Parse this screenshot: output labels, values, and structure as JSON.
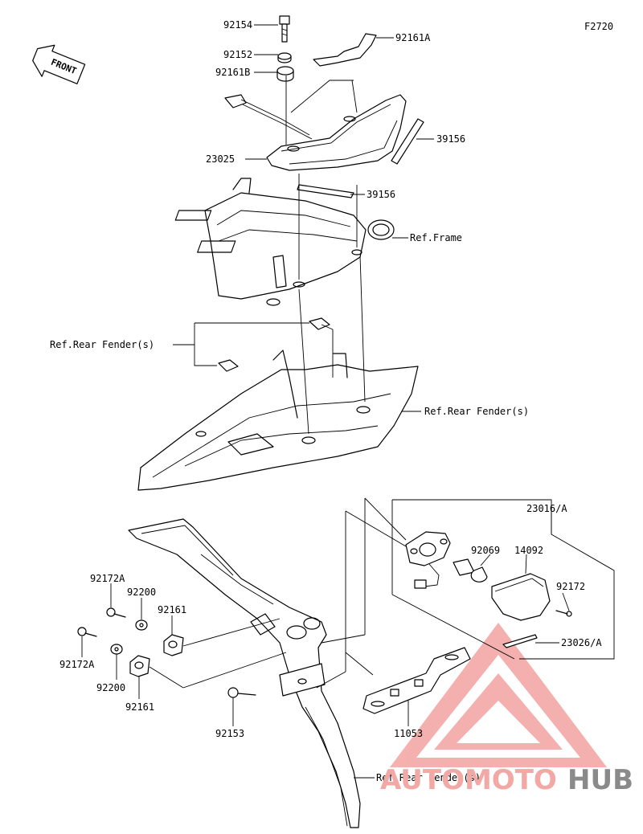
{
  "diagram": {
    "code": "F2720",
    "front_label": "FRONT",
    "callouts": [
      {
        "id": "c1",
        "text": "92154"
      },
      {
        "id": "c2",
        "text": "92161A"
      },
      {
        "id": "c3",
        "text": "92152"
      },
      {
        "id": "c4",
        "text": "92161B"
      },
      {
        "id": "c5",
        "text": "39156"
      },
      {
        "id": "c6",
        "text": "23025"
      },
      {
        "id": "c7",
        "text": "39156"
      },
      {
        "id": "c8",
        "text": "Ref.Frame"
      },
      {
        "id": "c9",
        "text": "Ref.Rear Fender(s)"
      },
      {
        "id": "c10",
        "text": "Ref.Rear Fender(s)"
      },
      {
        "id": "c11",
        "text": "23016/A"
      },
      {
        "id": "c12",
        "text": "92069"
      },
      {
        "id": "c13",
        "text": "14092"
      },
      {
        "id": "c14",
        "text": "92172A"
      },
      {
        "id": "c15",
        "text": "92200"
      },
      {
        "id": "c16",
        "text": "92161"
      },
      {
        "id": "c17",
        "text": "92172"
      },
      {
        "id": "c18",
        "text": "92172A"
      },
      {
        "id": "c19",
        "text": "92200"
      },
      {
        "id": "c20",
        "text": "92161"
      },
      {
        "id": "c21",
        "text": "23026/A"
      },
      {
        "id": "c22",
        "text": "92153"
      },
      {
        "id": "c23",
        "text": "11053"
      },
      {
        "id": "c24",
        "text": "Ref.Rear Fender(s)"
      }
    ]
  },
  "watermark": {
    "part1": "AUTOMOTO",
    "part2": "HUB",
    "color_primary": "#e8413c",
    "color_secondary": "#7a7a7a"
  }
}
